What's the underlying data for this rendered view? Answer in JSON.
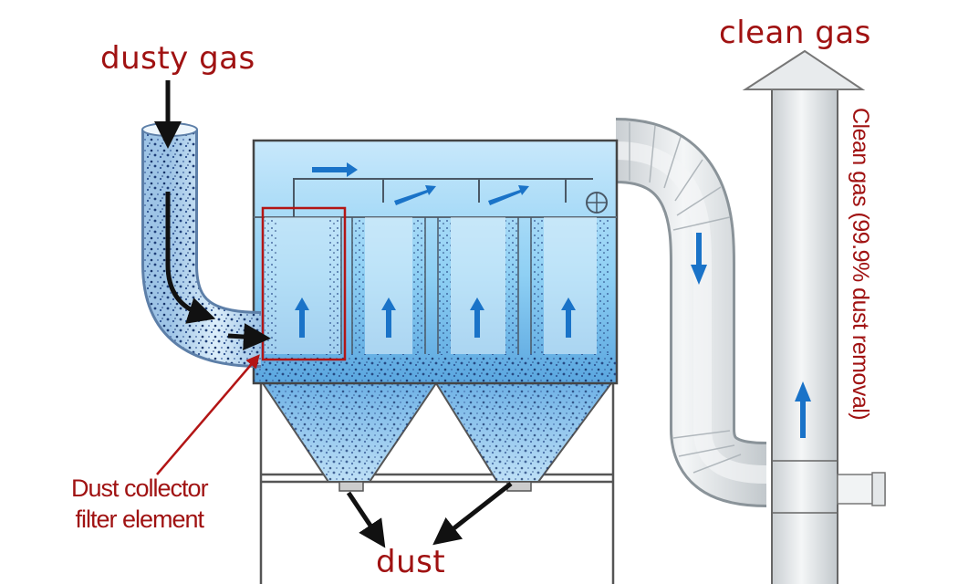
{
  "labels": {
    "dusty_gas": "dusty gas",
    "clean_gas": "clean gas",
    "dust": "dust",
    "filter_element_line1": "Dust collector",
    "filter_element_line2": "filter element",
    "clean_gas_removal": "Clean gas (99.9% dust removal)"
  },
  "colors": {
    "label_red": "#a01212",
    "chamber_blue": "#8fcdf3",
    "dust_dark": "#1f3f79",
    "pipe_gray": "#dfe3e6",
    "flow_arrow": "#1a73c8",
    "pointer_arrow": "#111111"
  }
}
